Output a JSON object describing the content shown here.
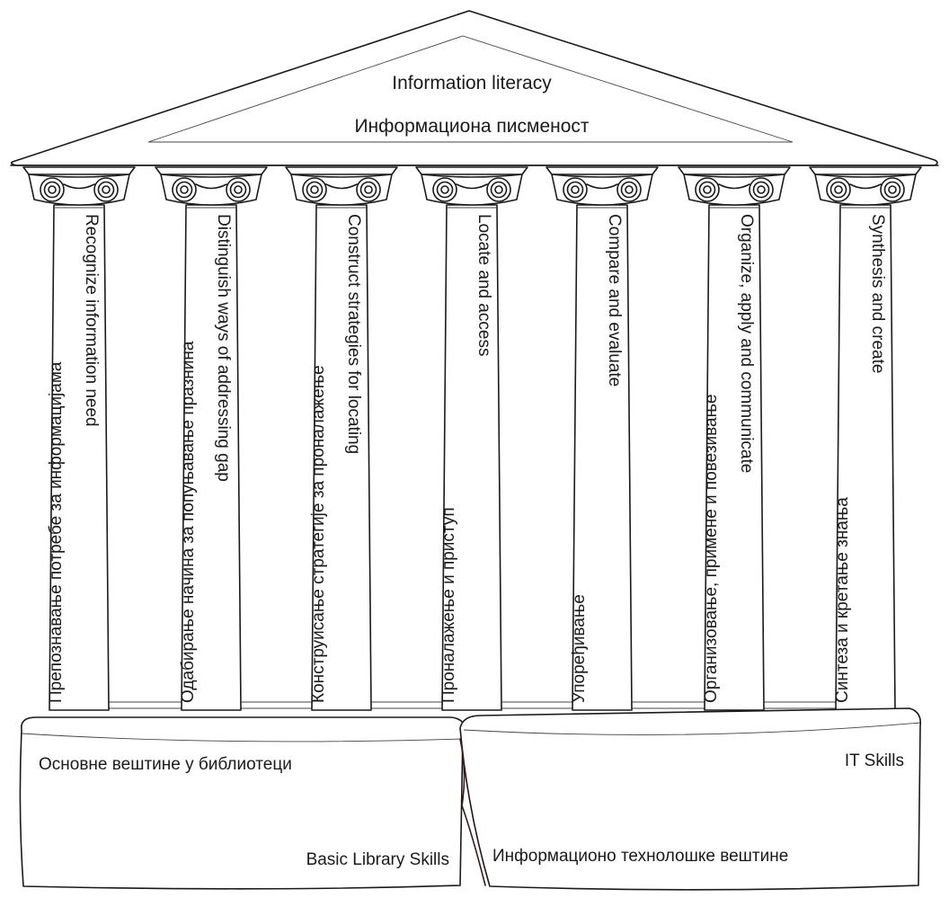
{
  "roof": {
    "title_en": "Information literacy",
    "title_sr": "Информациона писменост"
  },
  "pillars": [
    {
      "en": "Recognize information need",
      "sr": "Препознавање потребе за информацијама"
    },
    {
      "en": "Distinguish ways of addressing gap",
      "sr": "Одабирање начина за попуњавање празнина"
    },
    {
      "en": "Construct  strategies for locating",
      "sr": "Конструисање стратегије за проналажење"
    },
    {
      "en": "Locate and access",
      "sr": "Проналажење и приступ"
    },
    {
      "en": "Compare and evaluate",
      "sr": "Упоређивање"
    },
    {
      "en": "Organize, apply and communicate",
      "sr": "Организовање, примене и повезивање"
    },
    {
      "en": "Synthesis and create",
      "sr": "Синтеза и кретање знања"
    }
  ],
  "base": {
    "left": {
      "sr": "Основне вештине у библиотеци",
      "en": "Basic Library Skills"
    },
    "right": {
      "en": "IT Skills",
      "sr": "Информационо технолошке вештине"
    }
  },
  "icons": {
    "capital": "ionic-volute-icon"
  }
}
